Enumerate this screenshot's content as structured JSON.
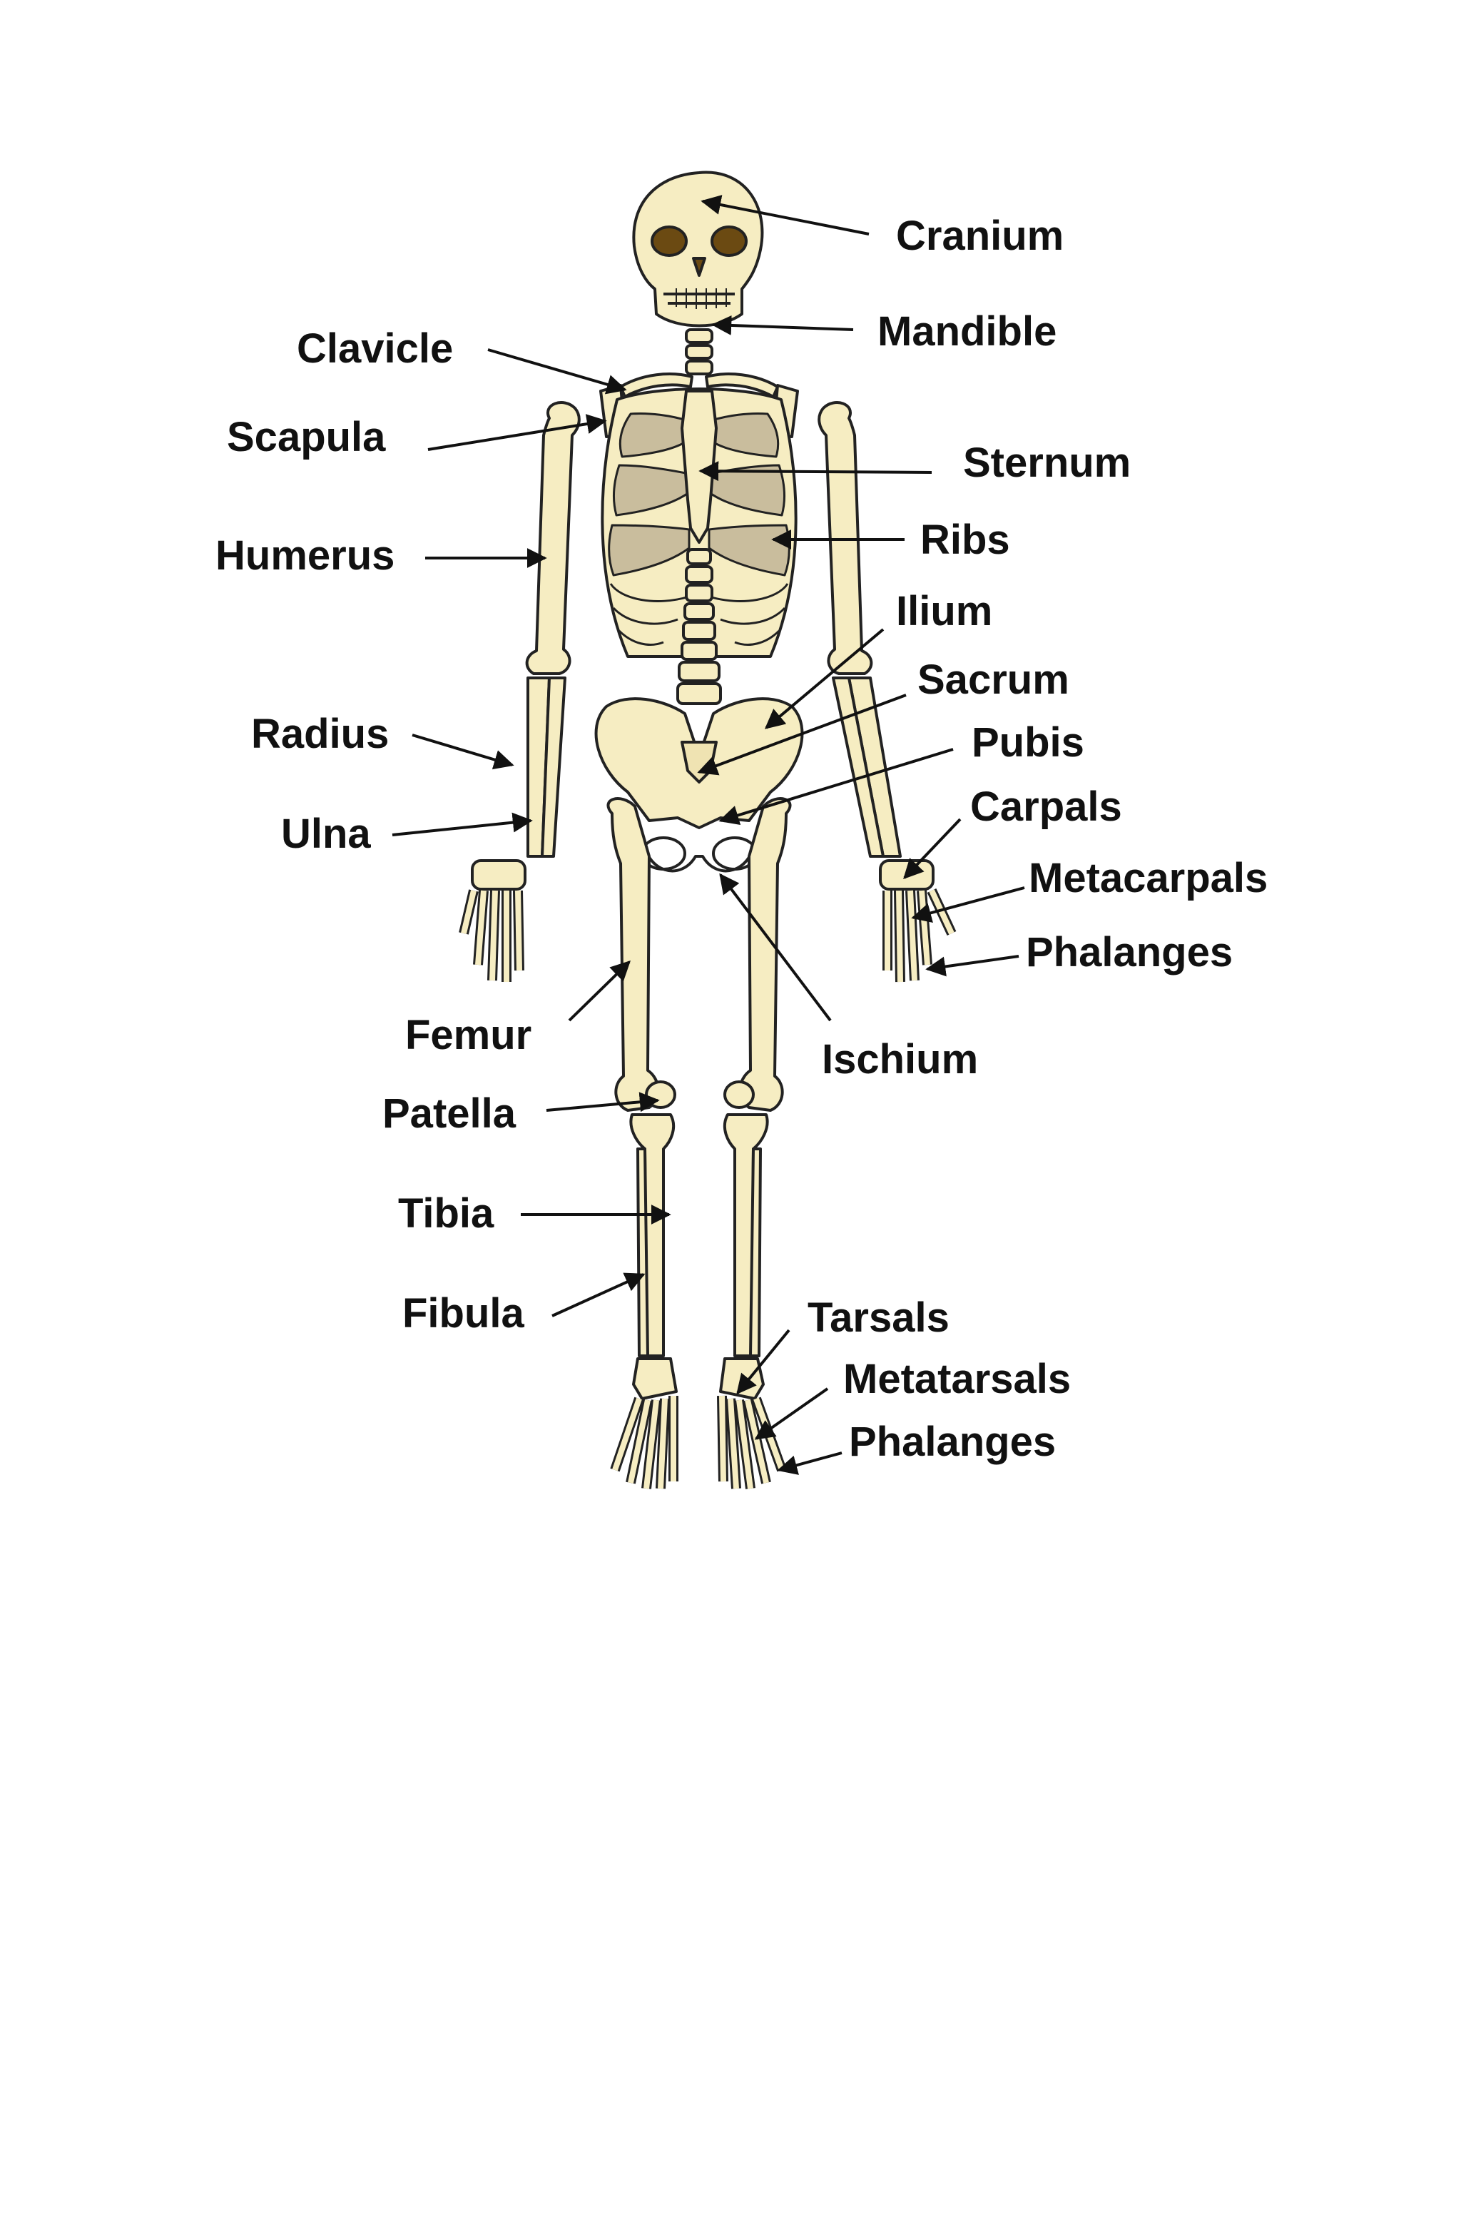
{
  "diagram": {
    "bone_fill": "#f6edc2",
    "bone_outline": "#222222",
    "rib_shadow": "#c9bd9d",
    "orbit_color": "#6b4a12",
    "label_color": "#111111",
    "labels": {
      "cranium": "Cranium",
      "mandible": "Mandible",
      "clavicle": "Clavicle",
      "scapula": "Scapula",
      "sternum": "Sternum",
      "ribs": "Ribs",
      "humerus": "Humerus",
      "ilium": "Ilium",
      "sacrum": "Sacrum",
      "radius": "Radius",
      "pubis": "Pubis",
      "carpals": "Carpals",
      "ulna": "Ulna",
      "metacarpals": "Metacarpals",
      "phalanges_hand": "Phalanges",
      "femur": "Femur",
      "ischium": "Ischium",
      "patella": "Patella",
      "tibia": "Tibia",
      "fibula": "Fibula",
      "tarsals": "Tarsals",
      "metatarsals": "Metatarsals",
      "phalanges_foot": "Phalanges"
    }
  }
}
